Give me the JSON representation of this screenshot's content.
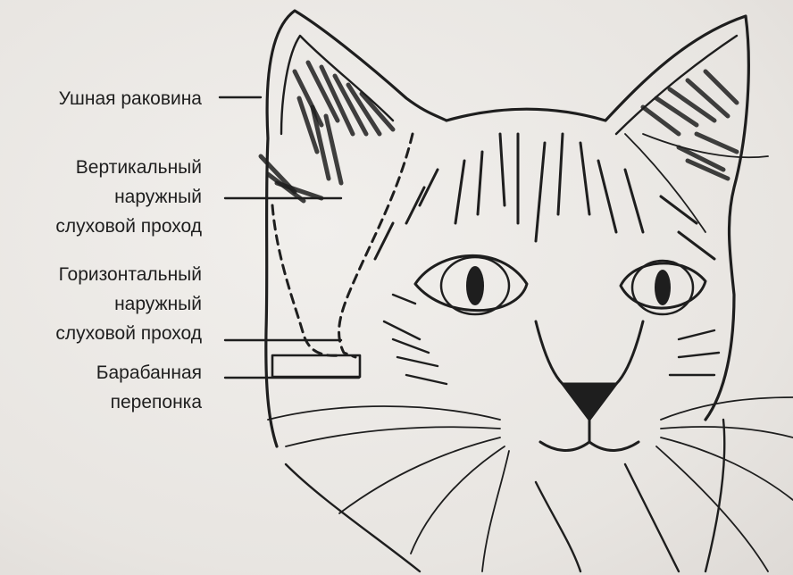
{
  "labels": {
    "auricle": "Ушная раковина",
    "vertical_canal": "Вертикальный\nнаружный\nслуховой проход",
    "horizontal_canal": "Горизонтальный\nнаружный\nслуховой проход",
    "eardrum": "Барабанная\nперепонка"
  },
  "colors": {
    "ink": "#1e1e1e",
    "paper": "#ebe9e6"
  }
}
